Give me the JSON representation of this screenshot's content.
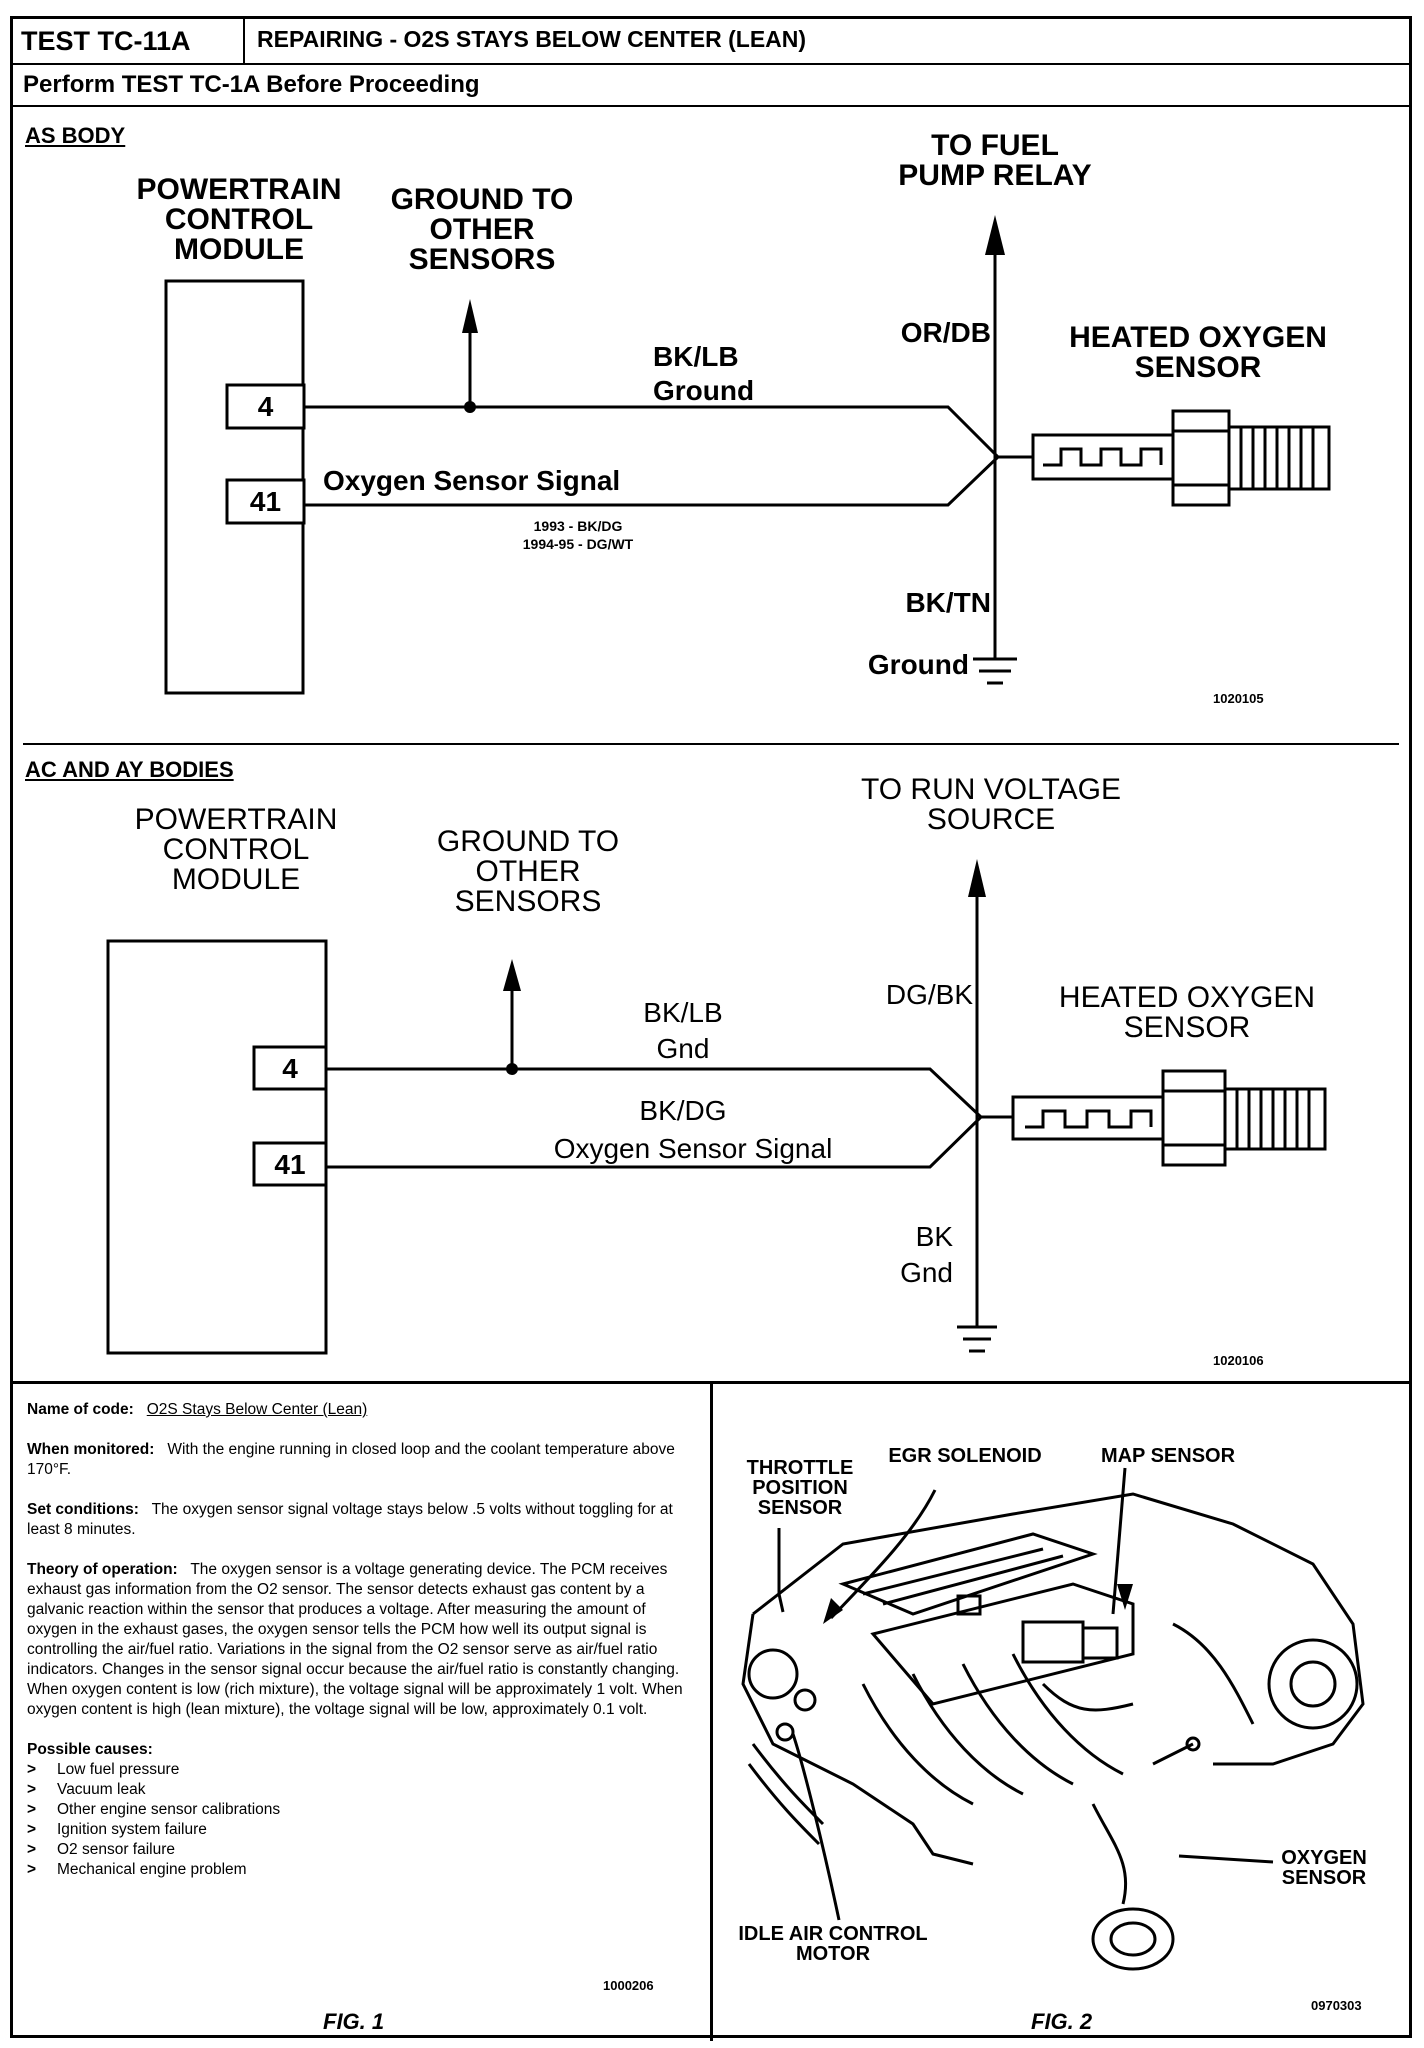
{
  "header": {
    "test_id": "TEST TC-11A",
    "title": "REPAIRING - O2S STAYS BELOW CENTER (LEAN)",
    "subtitle": "Perform TEST TC-1A Before Proceeding"
  },
  "diagram_as": {
    "section_label": "AS BODY",
    "pcm_label": "POWERTRAIN CONTROL MODULE",
    "ground_label": "GROUND TO OTHER SENSORS",
    "top_label": "TO FUEL PUMP RELAY",
    "pin_top": "4",
    "pin_bottom": "41",
    "wire_top_color": "BK/LB",
    "wire_top_name": "Ground",
    "wire_bottom_name": "Oxygen Sensor Signal",
    "wire_bottom_note_1": "1993 - BK/DG",
    "wire_bottom_note_2": "1994-95 - DG/WT",
    "vertical_top_color": "OR/DB",
    "vertical_bottom_color": "BK/TN",
    "vertical_bottom_name": "Ground",
    "sensor_label": "HEATED OXYGEN SENSOR",
    "code": "1020105"
  },
  "diagram_ac": {
    "section_label": "AC AND AY BODIES",
    "pcm_label": "POWERTRAIN CONTROL MODULE",
    "ground_label": "GROUND TO OTHER SENSORS",
    "top_label": "TO RUN VOLTAGE SOURCE",
    "pin_top": "4",
    "pin_bottom": "41",
    "wire_top_color": "BK/LB",
    "wire_top_name": "Gnd",
    "wire_bottom_color": "BK/DG",
    "wire_bottom_name": "Oxygen Sensor Signal",
    "vertical_top_color": "DG/BK",
    "vertical_bottom_color": "BK",
    "vertical_bottom_name": "Gnd",
    "sensor_label": "HEATED OXYGEN SENSOR",
    "code": "1020106"
  },
  "info": {
    "name_of_code_label": "Name of code:",
    "name_of_code": "O2S Stays Below Center (Lean)",
    "when_monitored_label": "When monitored:",
    "when_monitored": "With the engine running in closed loop and the coolant temperature above 170°F.",
    "set_conditions_label": "Set conditions:",
    "set_conditions": "The oxygen sensor signal voltage stays below .5 volts without toggling for at least 8 minutes.",
    "theory_label": "Theory of operation:",
    "theory": "The oxygen sensor is a voltage generating device. The PCM receives exhaust gas information from the O2 sensor. The sensor detects exhaust gas content by a galvanic reaction within the sensor that produces a voltage. After measuring the amount of oxygen in the exhaust gases, the oxygen sensor tells the PCM how well its output signal is controlling the air/fuel ratio. Variations in the signal from the O2 sensor serve as air/fuel ratio indicators. Changes in the sensor signal occur because the air/fuel ratio is constantly changing. When oxygen content is low (rich mixture), the voltage signal will be approximately 1 volt. When oxygen content is high (lean mixture), the voltage signal will be low, approximately 0.1 volt.",
    "causes_label": "Possible causes:",
    "causes": [
      "Low fuel pressure",
      "Vacuum leak",
      "Other engine sensor calibrations",
      "Ignition system failure",
      "O2 sensor failure",
      "Mechanical engine problem"
    ],
    "code": "1000206",
    "fig_label": "FIG. 1"
  },
  "engine": {
    "throttle_label": "THROTTLE POSITION SENSOR",
    "egr_label": "EGR SOLENOID",
    "map_label": "MAP SENSOR",
    "oxygen_label": "OXYGEN SENSOR",
    "idle_label": "IDLE AIR CONTROL MOTOR",
    "code": "0970303",
    "fig_label": "FIG. 2"
  }
}
